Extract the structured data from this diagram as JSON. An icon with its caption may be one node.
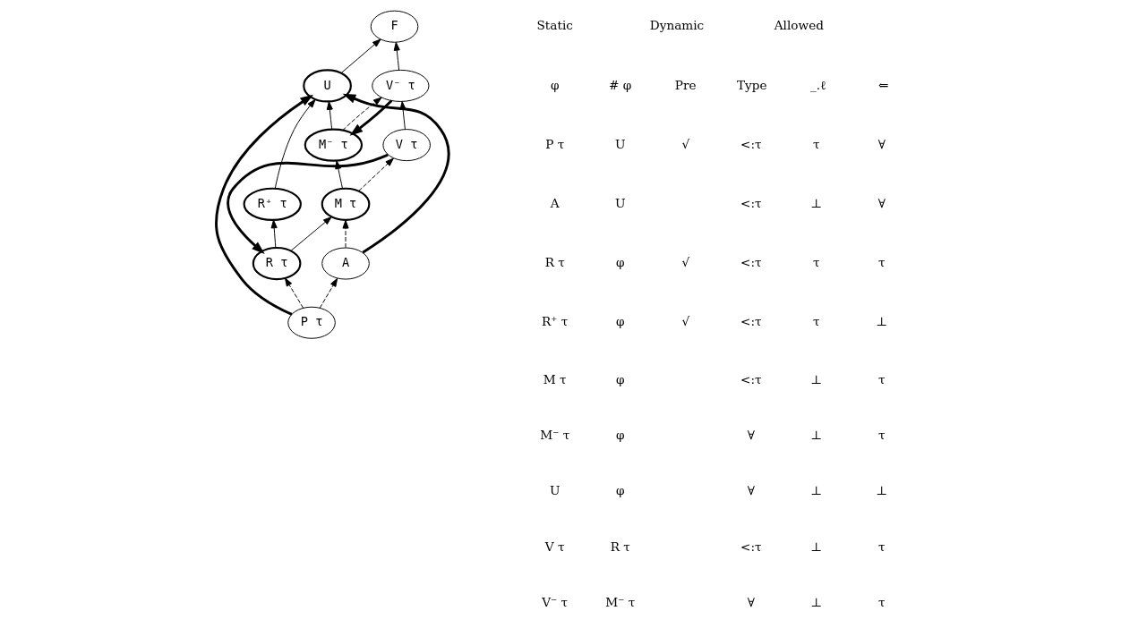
{
  "diagram": {
    "nodes": [
      {
        "text": [
          "F"
        ]
      },
      {
        "text": [
          "V⁻ τ"
        ]
      },
      {
        "text": [
          "U"
        ]
      },
      {
        "text": [
          "M⁻ τ"
        ]
      },
      {
        "text": [
          "V τ"
        ]
      },
      {
        "text": [
          "R⁺ τ"
        ]
      },
      {
        "text": [
          "M τ"
        ]
      },
      {
        "text": [
          "R τ"
        ]
      },
      {
        "text": [
          "A"
        ]
      },
      {
        "text": [
          "P τ"
        ]
      }
    ],
    "edges": [
      {
        "from": 1,
        "to": 0,
        "arrow": "to"
      },
      {
        "from": 2,
        "to": 0,
        "arrow": "to"
      },
      {
        "from": 3,
        "to": 2,
        "arrow": "to"
      },
      {
        "from": 3,
        "to": 1,
        "arrow": "to",
        "style": "dashed"
      },
      {
        "from": 1,
        "to": 3,
        "arrow": "to",
        "style": "thick"
      },
      {
        "from": 4,
        "to": 1,
        "arrow": "to"
      },
      {
        "from": 6,
        "to": 3,
        "arrow": "to"
      },
      {
        "from": 6,
        "to": 4,
        "arrow": "to",
        "style": "dashed"
      },
      {
        "from": 4,
        "to": 7,
        "arrow": "to",
        "style": "thick"
      },
      {
        "from": 7,
        "to": 6,
        "arrow": "to"
      },
      {
        "from": 7,
        "to": 5,
        "arrow": "to"
      },
      {
        "from": 5,
        "to": 2,
        "arrow": "to"
      },
      {
        "from": 8,
        "to": 6,
        "arrow": "to",
        "style": "dashed"
      },
      {
        "from": 9,
        "to": 8,
        "arrow": "to",
        "style": "dashed"
      },
      {
        "from": 9,
        "to": 7,
        "arrow": "to",
        "style": "dashed"
      },
      {
        "from": 8,
        "to": 2,
        "arrow": "to",
        "style": "thick"
      },
      {
        "from": 9,
        "to": 2,
        "arrow": "to",
        "style": "thick"
      }
    ],
    "labels": [
      "Static",
      "Dynamic",
      "Allowed",
      "φ",
      "# φ",
      "Pre",
      "Type",
      "_.ℓ",
      "⇐",
      "P τ",
      "U",
      "√",
      "<:τ",
      "τ",
      "∀",
      "A",
      "U",
      "<:τ",
      "⊥",
      "∀",
      "R τ",
      "φ",
      "√",
      "<:τ",
      "τ",
      "τ",
      "R⁺ τ",
      "φ",
      "√",
      "<:τ",
      "τ",
      "⊥",
      "M τ",
      "φ",
      "<:τ",
      "⊥",
      "τ",
      "M⁻ τ",
      "φ",
      "∀",
      "⊥",
      "τ",
      "U",
      "φ",
      "∀",
      "⊥",
      "⊥",
      "V τ",
      "R τ",
      "<:τ",
      "⊥",
      "τ",
      "V⁻ τ",
      "M⁻ τ",
      "∀",
      "⊥",
      "τ"
    ]
  }
}
